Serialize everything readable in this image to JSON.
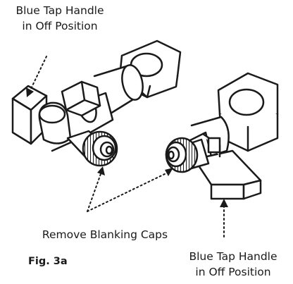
{
  "labels": {
    "top_line1": "Blue Tap Handle",
    "top_line2": "in Off Position",
    "bottom_line1": "Blue Tap Handle",
    "bottom_line2": "in Off Position",
    "caps": "Remove Blanking Caps"
  },
  "figure_caption": "Fig. 3a",
  "parts": [
    {
      "name": "left-valve",
      "handle": "blue tap handle",
      "state": "off"
    },
    {
      "name": "right-valve",
      "handle": "blue tap handle",
      "state": "off"
    }
  ],
  "colors": {
    "line": "#1a1a1a",
    "background": "#ffffff"
  }
}
